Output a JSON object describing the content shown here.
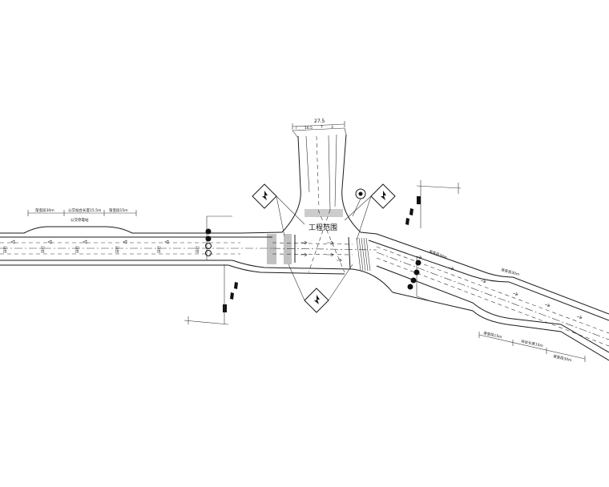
{
  "title": "工程范围",
  "top_dimensions": {
    "total": "27.5",
    "parts": [
      "7",
      "16.5",
      "7",
      "3"
    ]
  },
  "left_road_dims": {
    "seg1": "渐变段30m",
    "seg2": "公交站台长度15.5m",
    "seg3": "渐变段15m",
    "note": "公交停靠站"
  },
  "right_road_dims": {
    "upper1": "渐变段30m",
    "upper2": "渐变段30m",
    "lower1": "渐变段15m",
    "lower2": "站台长度15m",
    "lower3": "渐变段30m"
  },
  "lane_marks": [
    "日行",
    "日行",
    "日行",
    "日行",
    "日行",
    "日行"
  ],
  "icons": {
    "pedestrian_signs": "pedestrian-crossing-warning",
    "traffic_lights": "traffic-signal",
    "direction_signs": "direction-arrow-sign"
  }
}
